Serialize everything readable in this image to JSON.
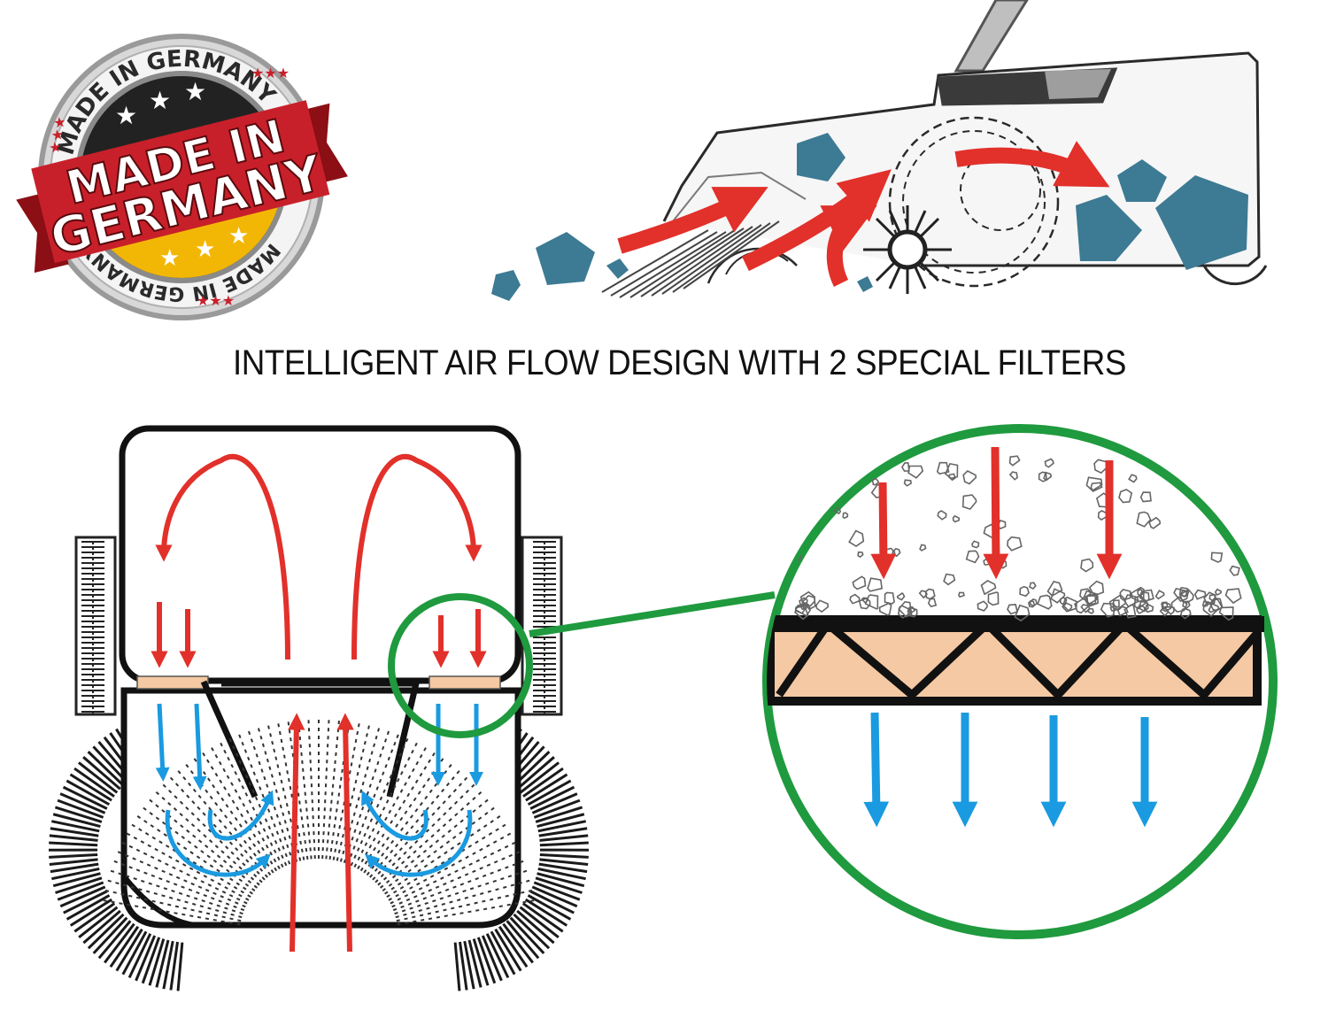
{
  "headline": "INTELLIGENT AIR FLOW DESIGN WITH 2 SPECIAL FILTERS",
  "seal": {
    "ribbon_line1": "MADE IN",
    "ribbon_line2": "GERMANY",
    "ring_text": "MADE IN GERMANY"
  },
  "colors": {
    "airflow_in": "#e2302a",
    "airflow_out": "#1a9ae0",
    "filter_ring": "#1f9a3e",
    "filter_media": "#f5c9a3",
    "dust": "#3d7a93",
    "seal_red": "#c8202a",
    "seal_gold": "#f2b705",
    "seal_dark": "#222222"
  },
  "icons": [
    "made-in-germany-seal",
    "sweeper-side-view",
    "sweeper-top-view",
    "filter-magnifier"
  ]
}
